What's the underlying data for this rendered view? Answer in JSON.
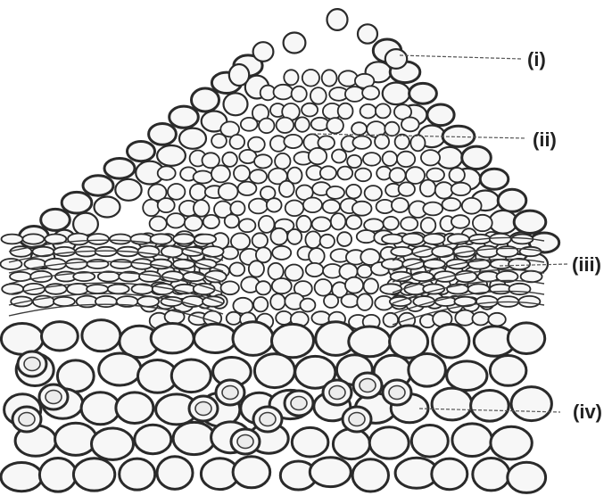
{
  "labels": {
    "i": "(i)",
    "ii": "(ii)",
    "iii": "(iii)",
    "iv": "(iv)"
  },
  "colors": {
    "ink": "#2a2a2a",
    "cell_fill": "#f7f7f7",
    "background": "#ffffff"
  }
}
